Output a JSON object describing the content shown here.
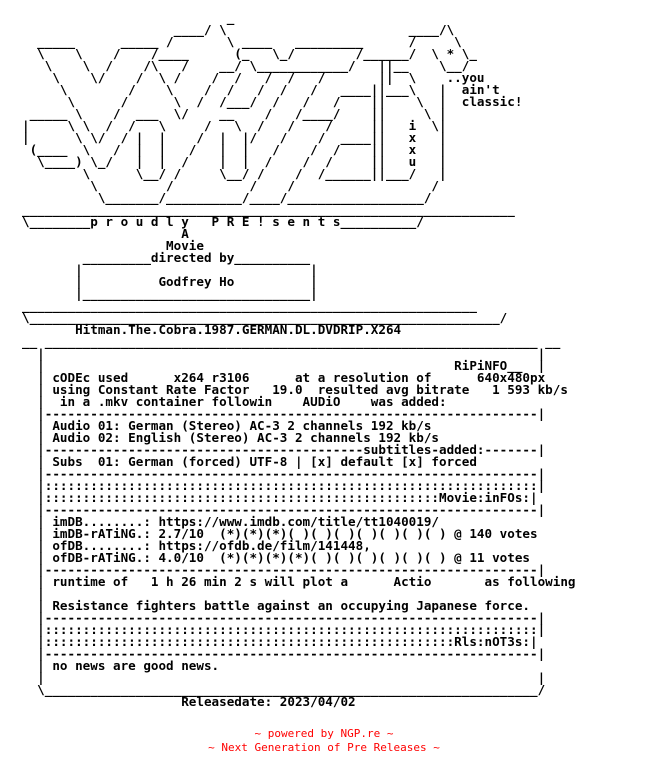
{
  "nfo": {
    "text": "                           _\n                    ____/ \\                        ____/\\ \n  _____      _____ /       \\ ____   _________      /     \\ \n  \\    \\    /    /____      (_   \\_/        /______/  \\ * \\_\n   \\    \\  /    /\\   /    __/ \\____________/   ||__    \\__/\n    \\    \\/    /  \\ /    /  /   /  /   /       ||  \\    ..you\n     \\        /    \\    /  /   /  /   /   ____||___\\   |  ain't\n      \\      /      \\  /  /___/  /   /   /    ||    \\  |  classic!\n _____ \\    /  ___  \\/    __    /   /____/    ||     \\ |\n|     \\ \\  /  /   \\     /   \\  /   /    /     ||   i  \\|\n|      \\ \\/  / |  |    /  |  |/   /    /  ____||   x   |\n (____  \\   /  |  |   /   |  |   /    /  /    ||   x   |\n  \\____) \\_/   |  |  /    |  |  /    /  /     ||   u   |\n        \\      \\__/ /     \\__/ /    /  /______||___/   |\n         \\         /          /    /                  /\n          \\_______/__________/____/__________________/\n_________________________________________________________________\n\\________p r o u d l y   P R E ! s e n t s__________/\n                     A\n                   Movie\n        _________directed by__________\n       |                              |\n       |          Godfrey Ho          |\n       |______________________________|\n____________________________________________________________\n\\______________________________________________________________/\n       Hitman.The.Cobra.1987.GERMAN.DL.DVDRIP.X264",
    "body": "\n__ _________________________________________________________________ __\n  |                                                                 |\n  |                                                      RiPiNFO__  |\n  | cODEc used      x264 r3106      at a resolution of      640x480px\n  | using Constant Rate Factor   19.0  resulted avg bitrate   1 593 kb/s\n  |  in a .mkv container followin    AUDiO    was added:\n  |-----------------------------------------------------------------|\n  | Audio 01: German (Stereo) AC-3 2 channels 192 kb/s\n  | Audio 02: English (Stereo) AC-3 2 channels 192 kb/s\n  |------------------------------------------subtitles-added:-------|\n  | Subs  01: German (forced) UTF-8 | [x] default [x] forced\n  |-----------------------------------------------------------------|\n  |:::::::::::::::::::::::::::::::::::::::::::::::::::::::::::::::::|\n  |::::::::::::::::::::::::::::::::::::::::::::::::::::Movie:inFOs:|\n  |-----------------------------------------------------------------|\n  | imDB........: https://www.imdb.com/title/tt1040019/\n  | imDB-rATiNG.: 2.7/10  (*)(*)(*)( )( )( )( )( )( )( ) @ 140 votes\n  | ofDB........: https://ofdb.de/film/141448,\n  | ofDB-rATiNG.: 4.0/10  (*)(*)(*)(*)( )( )( )( )( )( ) @ 11 votes\n  |-----------------------------------------------------------------|\n  | runtime of   1 h 26 min 2 s will plot a      Actio       as following\n  |\n  | Resistance fighters battle against an occupying Japanese force.\n  |-----------------------------------------------------------------|\n  |:::::::::::::::::::::::::::::::::::::::::::::::::::::::::::::::::|\n  |::::::::::::::::::::::::::::::::::::::::::::::::::::::Rls:nOT3s:|\n  |-----------------------------------------------------------------|\n  | no news are good news.\n  |                                                                 |\n  \\_________________________________________________________________/\n                     Releasedate: 2023/04/02"
  },
  "footer": {
    "line1": "~ powered by NGP.re ~",
    "line2": "~ Next Generation of Pre Releases ~",
    "color": "#ff0000"
  }
}
